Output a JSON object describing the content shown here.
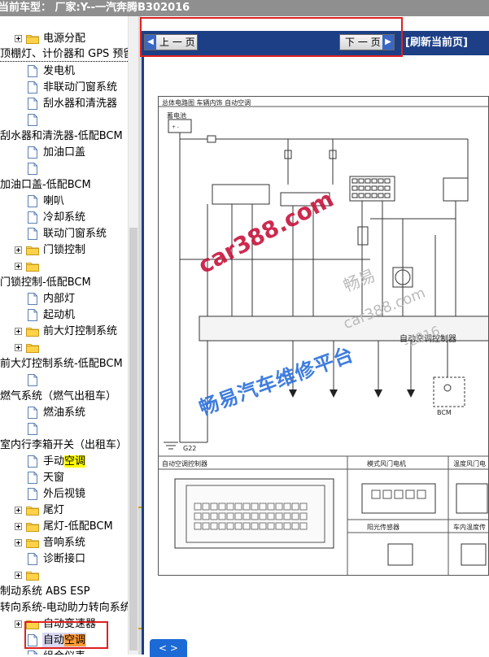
{
  "header": {
    "title": "当前车型：  厂家:Y--一汽奔腾B302016"
  },
  "tree": [
    {
      "label": "电源分配",
      "level": 1,
      "icon": "folder",
      "expander": true
    },
    {
      "label": "顶棚灯、计价器和 GPS 预留",
      "level": 0,
      "icon": "none",
      "underline": true
    },
    {
      "label": "发电机",
      "level": 2,
      "icon": "doc"
    },
    {
      "label": "非联动门窗系统",
      "level": 2,
      "icon": "doc"
    },
    {
      "label": "刮水器和清洗器",
      "level": 2,
      "icon": "doc"
    },
    {
      "label": "",
      "level": 2,
      "icon": "doc"
    },
    {
      "label": "刮水器和清洗器-低配BCM",
      "level": 0,
      "icon": "none"
    },
    {
      "label": "加油口盖",
      "level": 2,
      "icon": "doc"
    },
    {
      "label": "",
      "level": 2,
      "icon": "doc"
    },
    {
      "label": "加油口盖-低配BCM",
      "level": 0,
      "icon": "none"
    },
    {
      "label": "喇叭",
      "level": 2,
      "icon": "doc"
    },
    {
      "label": "冷却系统",
      "level": 2,
      "icon": "doc"
    },
    {
      "label": "联动门窗系统",
      "level": 2,
      "icon": "doc"
    },
    {
      "label": "门锁控制",
      "level": 1,
      "icon": "folder",
      "expander": true
    },
    {
      "label": "",
      "level": 1,
      "icon": "folder",
      "expander": true
    },
    {
      "label": "门锁控制-低配BCM",
      "level": 0,
      "icon": "none"
    },
    {
      "label": "内部灯",
      "level": 2,
      "icon": "doc"
    },
    {
      "label": "起动机",
      "level": 2,
      "icon": "doc"
    },
    {
      "label": "前大灯控制系统",
      "level": 1,
      "icon": "folder",
      "expander": true
    },
    {
      "label": "",
      "level": 1,
      "icon": "folder",
      "expander": true
    },
    {
      "label": "前大灯控制系统-低配BCM",
      "level": 0,
      "icon": "none"
    },
    {
      "label": "",
      "level": 2,
      "icon": "doc"
    },
    {
      "label": "燃气系统（燃气出租车）",
      "level": 0,
      "icon": "none"
    },
    {
      "label": "燃油系统",
      "level": 2,
      "icon": "doc"
    },
    {
      "label": "",
      "level": 2,
      "icon": "doc"
    },
    {
      "label": "室内行李箱开关（出租车）",
      "level": 0,
      "icon": "none"
    },
    {
      "label": "手动",
      "hl": "空调",
      "level": 2,
      "icon": "doc"
    },
    {
      "label": "天窗",
      "level": 2,
      "icon": "doc"
    },
    {
      "label": "外后视镜",
      "level": 2,
      "icon": "doc"
    },
    {
      "label": "尾灯",
      "level": 1,
      "icon": "folder",
      "expander": true
    },
    {
      "label": "尾灯-低配BCM",
      "level": 1,
      "icon": "folder",
      "expander": true
    },
    {
      "label": "音响系统",
      "level": 1,
      "icon": "folder",
      "expander": true
    },
    {
      "label": "诊断接口",
      "level": 2,
      "icon": "doc"
    },
    {
      "label": "",
      "level": 1,
      "icon": "folder",
      "expander": true
    },
    {
      "label": "制动系统 ABS ESP",
      "level": 0,
      "icon": "none"
    },
    {
      "label": "转向系统-电动助力转向系统",
      "level": 0,
      "icon": "none"
    },
    {
      "label": "自动变速器",
      "level": 1,
      "icon": "folder",
      "expander": true
    },
    {
      "label": "自动",
      "hl": "空调",
      "level": 2,
      "icon": "doc",
      "selected": true
    },
    {
      "label": "组合仪表",
      "level": 2,
      "icon": "doc"
    }
  ],
  "nav": {
    "prev_label": "上 一 页",
    "prev_arrow": "◀",
    "next_label": "下 一 页",
    "next_arrow": "▶",
    "refresh_label": "[刷新当前页]"
  },
  "diagram": {
    "header": "总体电路图  车辆内饰  自动空调",
    "battery_label": "蓄电池",
    "module_label": "自动空调控制器",
    "panel_bottom_left": "自动空调控制器",
    "panel_mode": "模式风门电机",
    "panel_temp": "温度风门电",
    "panel_sun": "阳光传感器",
    "panel_incar": "车内温度传",
    "bcm_label": "BCM",
    "ground_label": "G22"
  },
  "watermarks": {
    "site": "car388.com",
    "platform": "畅易汽车维修平台",
    "gray1": "畅易",
    "gray2": "car388.com",
    "gray3": "-2016"
  },
  "bottom_button": "< >",
  "colors": {
    "header_bg": "#8f8f8f",
    "nav_bg": "#1c3f86",
    "highlight": "#ffff00",
    "selected_highlight": "#ff9a33",
    "annotation_red": "#e02020",
    "watermark_blue": "#2a6fdc",
    "watermark_red": "#c8143c"
  }
}
